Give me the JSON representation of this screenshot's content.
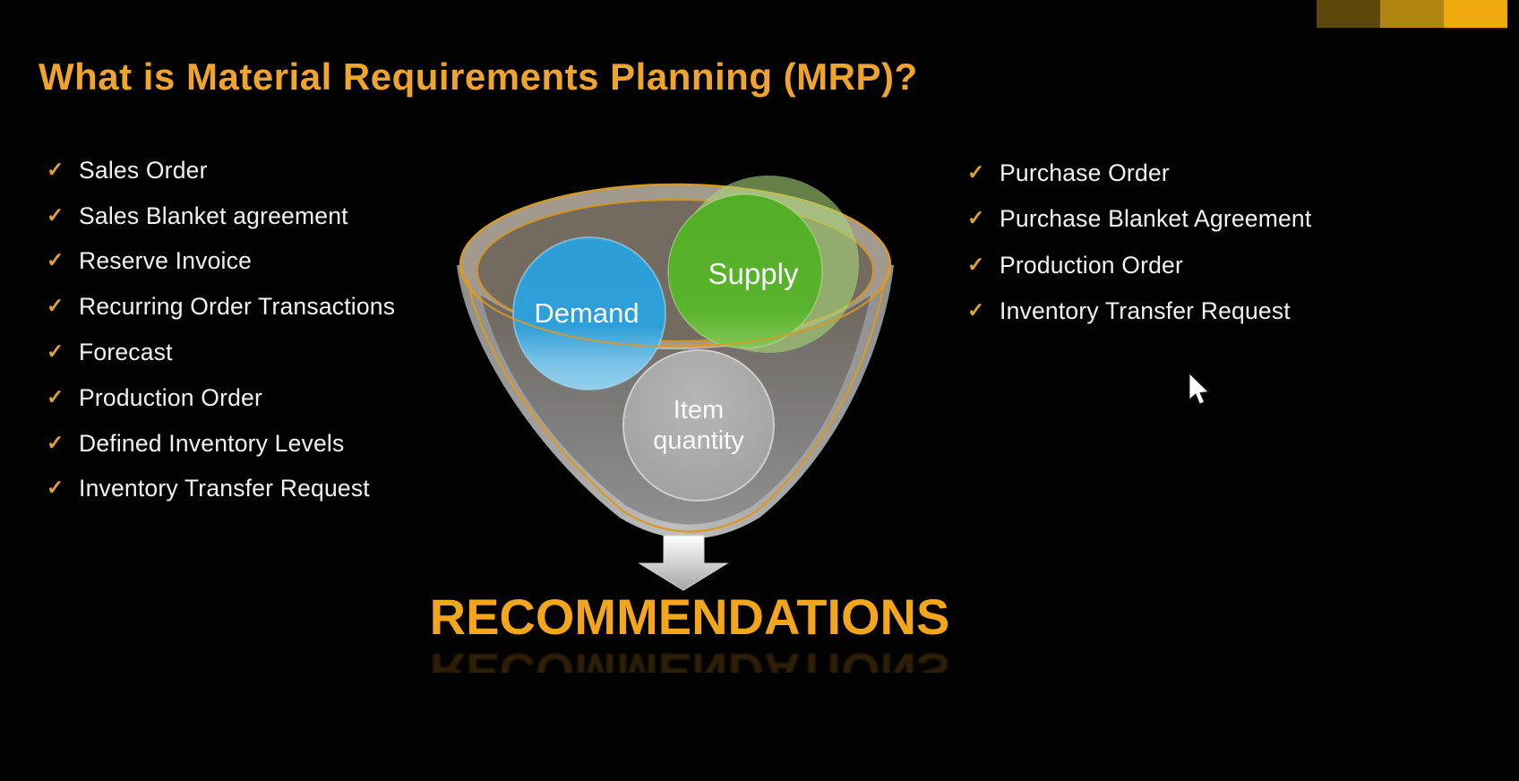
{
  "slide": {
    "title": "What is Material Requirements Planning (MRP)?",
    "check_glyph": "✓",
    "left_list": {
      "items": [
        "Sales Order",
        "Sales Blanket agreement",
        "Reserve Invoice",
        "Recurring Order Transactions",
        "Forecast",
        "Production Order",
        "Defined Inventory Levels",
        "Inventory Transfer Request"
      ]
    },
    "right_list": {
      "items": [
        "Purchase Order",
        "Purchase Blanket Agreement",
        "Production Order",
        "Inventory Transfer Request"
      ]
    },
    "funnel": {
      "circles": [
        {
          "label": "Demand",
          "color": "#2d9ed8"
        },
        {
          "label": "Supply",
          "color": "#58b02a"
        },
        {
          "label": "Item quantity",
          "color": "#a7a7a7"
        }
      ],
      "item_quantity_lines": [
        "Item",
        "quantity"
      ]
    },
    "result_label": "RECOMMENDATIONS",
    "icons": {
      "check": "check-icon",
      "down_arrow": "block-arrow-down-icon",
      "cursor": "mouse-pointer-icon"
    },
    "colors": {
      "background": "#000000",
      "title_gold": "#efa42d",
      "recommendations_gold": "#f3a51b",
      "check_gold": "#dfa233",
      "list_text": "#f2f2f2",
      "funnel_rim_gold": "#d79a28",
      "funnel_body_gray": "#a9a9a9",
      "funnel_bowl_brown_gray": "#746b60",
      "demand_blue": "#2d9ed8",
      "demand_light_blue": "#93cfec",
      "supply_green": "#58b02a",
      "supply_light_green": "#a8d677",
      "item_gray": "#a7a7a7",
      "arrow_fill": "#e8e8e8",
      "corner_blocks": [
        "#5c470a",
        "#b08512",
        "#eda90e"
      ]
    }
  }
}
